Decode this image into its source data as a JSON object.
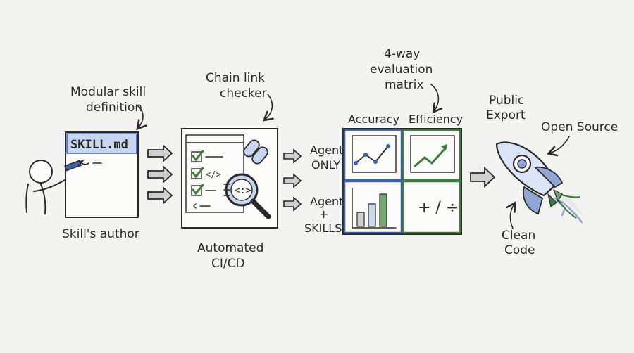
{
  "author": {
    "caption": "Skill's author",
    "annotation_line1": "Modular skill",
    "annotation_line2": "definition",
    "file_name": "SKILL.md"
  },
  "ci": {
    "annotation_line1": "Chain link",
    "annotation_line2": "checker",
    "caption_line1": "Automated",
    "caption_line2": "CI/CD",
    "code_tag": "</>",
    "code_glyph": "<:>"
  },
  "matrix": {
    "annotation_line1": "4-way",
    "annotation_line2": "evaluation",
    "annotation_line3": "matrix",
    "col_accuracy": "Accuracy",
    "col_efficiency": "Efficiency",
    "row1_line1": "Agent",
    "row1_line2": "ONLY",
    "row2_line1": "Agent",
    "row2_line2": "+",
    "row2_line3": "SKILLS",
    "math_symbols": "+ / ÷"
  },
  "export": {
    "public_line1": "Public",
    "public_line2": "Export",
    "open_source": "Open Source",
    "clean_line1": "Clean",
    "clean_line2": "Code"
  },
  "colors": {
    "ink": "#2a2a2a",
    "blue": "#3f5fa8",
    "blue_fill": "#c9d6ef",
    "green": "#3d7a3d",
    "green_fill": "#d8ead2",
    "arrow_fill": "#cfcfcf"
  },
  "icons": [
    "stick-figure-icon",
    "pencil-icon",
    "checkbox-icon",
    "chain-link-icon",
    "magnifier-icon",
    "rocket-icon"
  ]
}
